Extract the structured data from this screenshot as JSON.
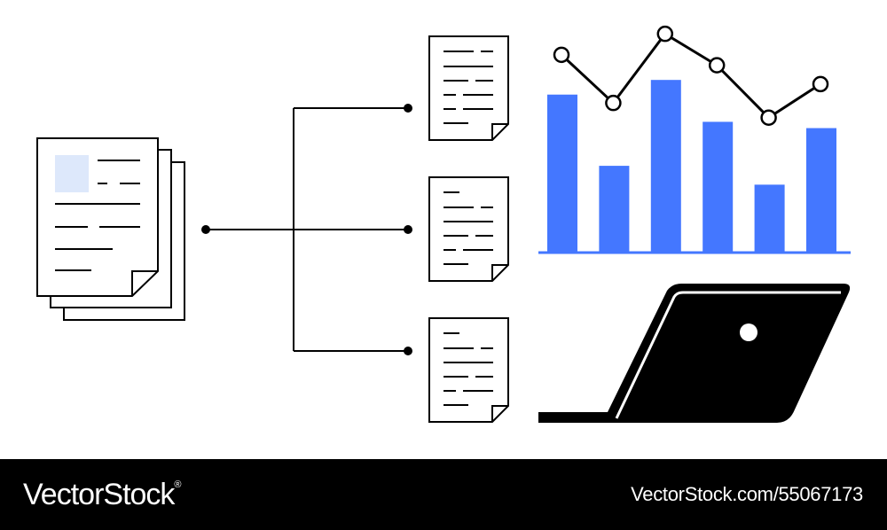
{
  "chart_data": {
    "type": "bar",
    "values": [
      7.5,
      4.1,
      8.2,
      6.2,
      3.2,
      5.9
    ],
    "line_values": [
      9.4,
      7.1,
      10.4,
      8.9,
      6.4,
      8.0
    ],
    "ylim": [
      0,
      11
    ],
    "colors": {
      "bars": "#4477ff",
      "line": "#000000",
      "markers": "#ffffff"
    }
  },
  "colors": {
    "background": "#ffffff",
    "footer_background": "#000000",
    "footer_text": "#ffffff",
    "document_highlight": "#dde8fb",
    "accent": "#4477ff"
  },
  "icons": {
    "document_stack": "document-stack-icon",
    "documents": [
      "document-icon",
      "document-icon",
      "document-icon"
    ],
    "laptop": "laptop-icon"
  },
  "footer": {
    "brand": "VectorStock",
    "brand_mark": "®",
    "stock_id": "VectorStock.com/55067173"
  }
}
